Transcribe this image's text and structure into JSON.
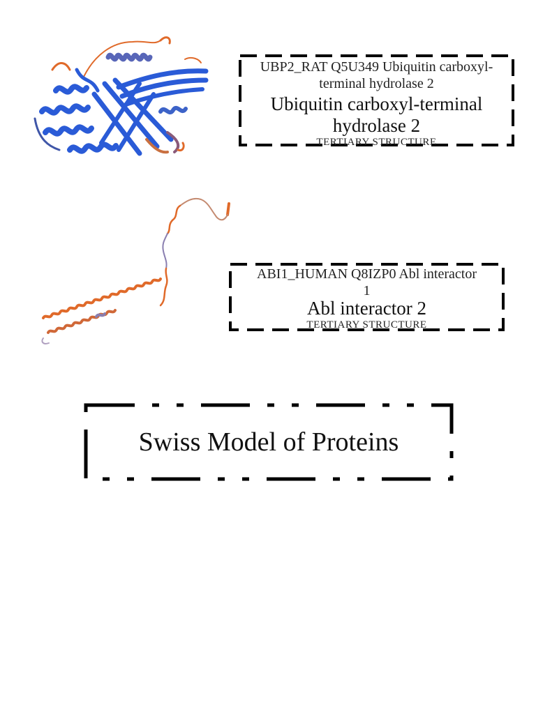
{
  "cards": [
    {
      "id": "ubp2",
      "subtitle": "UBP2_RAT Q5U349 Ubiquitin carboxyl-terminal hydrolase 2",
      "title": "Ubiquitin carboxyl-terminal hydrolase 2",
      "caption": "TERTIARY STRUCTURE",
      "image": {
        "icon": "protein-structure-globular-icon",
        "dominant_color": "#2a5bd7",
        "accent_color": "#e06a2a"
      }
    },
    {
      "id": "abi1",
      "subtitle": "ABI1_HUMAN Q8IZP0 Abl interactor 1",
      "title": "Abl interactor 2",
      "caption": "TERTIARY STRUCTURE",
      "image": {
        "icon": "protein-structure-helix-icon",
        "dominant_color": "#e06a2a",
        "accent_color": "#8a7fb0"
      }
    }
  ],
  "main_title": "Swiss Model of Proteins",
  "colors": {
    "background": "#ffffff",
    "border": "#000000",
    "text": "#111111"
  }
}
